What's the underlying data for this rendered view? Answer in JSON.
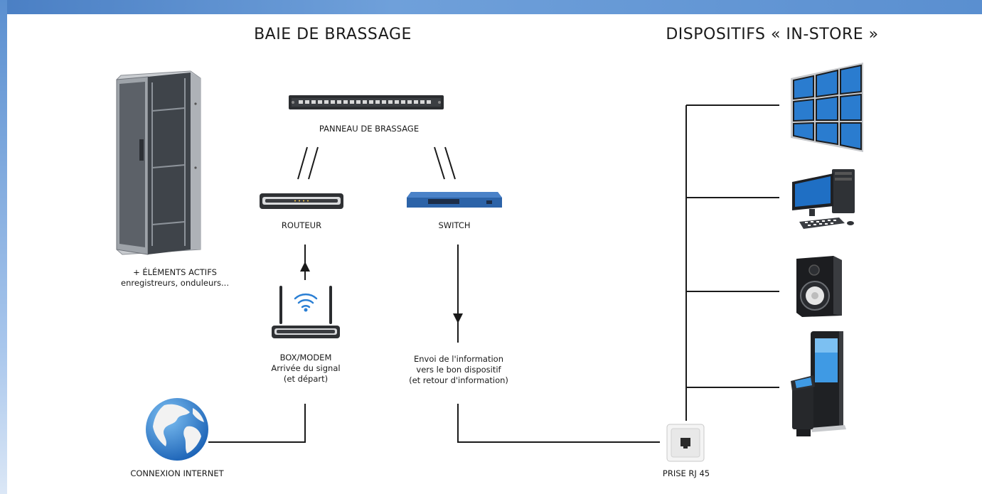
{
  "titles": {
    "left": "BAIE DE BRASSAGE",
    "right": "DISPOSITIFS « IN-STORE »"
  },
  "labels": {
    "rack_line1": "+ ÉLÉMENTS ACTIFS",
    "rack_line2": "enregistreurs, onduleurs...",
    "patch_panel": "PANNEAU DE BRASSAGE",
    "router": "ROUTEUR",
    "switch": "SWITCH",
    "box_line1": "BOX/MODEM",
    "box_line2": "Arrivée du signal",
    "box_line3": "(et départ)",
    "switch_note_line1": "Envoi de l'information",
    "switch_note_line2": "vers le bon dispositif",
    "switch_note_line3": "(et retour d'information)",
    "internet": "CONNEXION INTERNET",
    "rj45": "PRISE RJ 45"
  },
  "icons": [
    "server-rack-icon",
    "patch-panel-icon",
    "router-icon",
    "switch-icon",
    "wifi-modem-icon",
    "globe-icon",
    "rj45-socket-icon",
    "video-wall-icon",
    "desktop-computer-icon",
    "speaker-icon",
    "kiosk-icon"
  ],
  "colors": {
    "frame_blue": "#5a8fd0",
    "switch_blue": "#2c63a8",
    "wifi_blue": "#2a7fd4",
    "screen_blue": "#1f6fc4",
    "line": "#1a1a1a"
  }
}
